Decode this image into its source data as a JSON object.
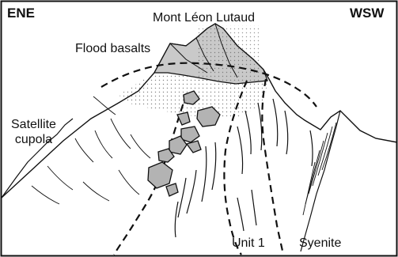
{
  "labels": {
    "left_direction": "ENE",
    "right_direction": "WSW",
    "summit": "Mont Léon Lutaud",
    "flood_basalts": "Flood basalts",
    "satellite_cupola_line1": "Satellite",
    "satellite_cupola_line2": "cupola",
    "unit": "Unit 1",
    "syenite": "Syenite"
  },
  "colors": {
    "line": "#111111",
    "basalt_fill": "#c9c9c9",
    "xenolith_fill": "#b3b3b3",
    "background": "#ffffff"
  }
}
